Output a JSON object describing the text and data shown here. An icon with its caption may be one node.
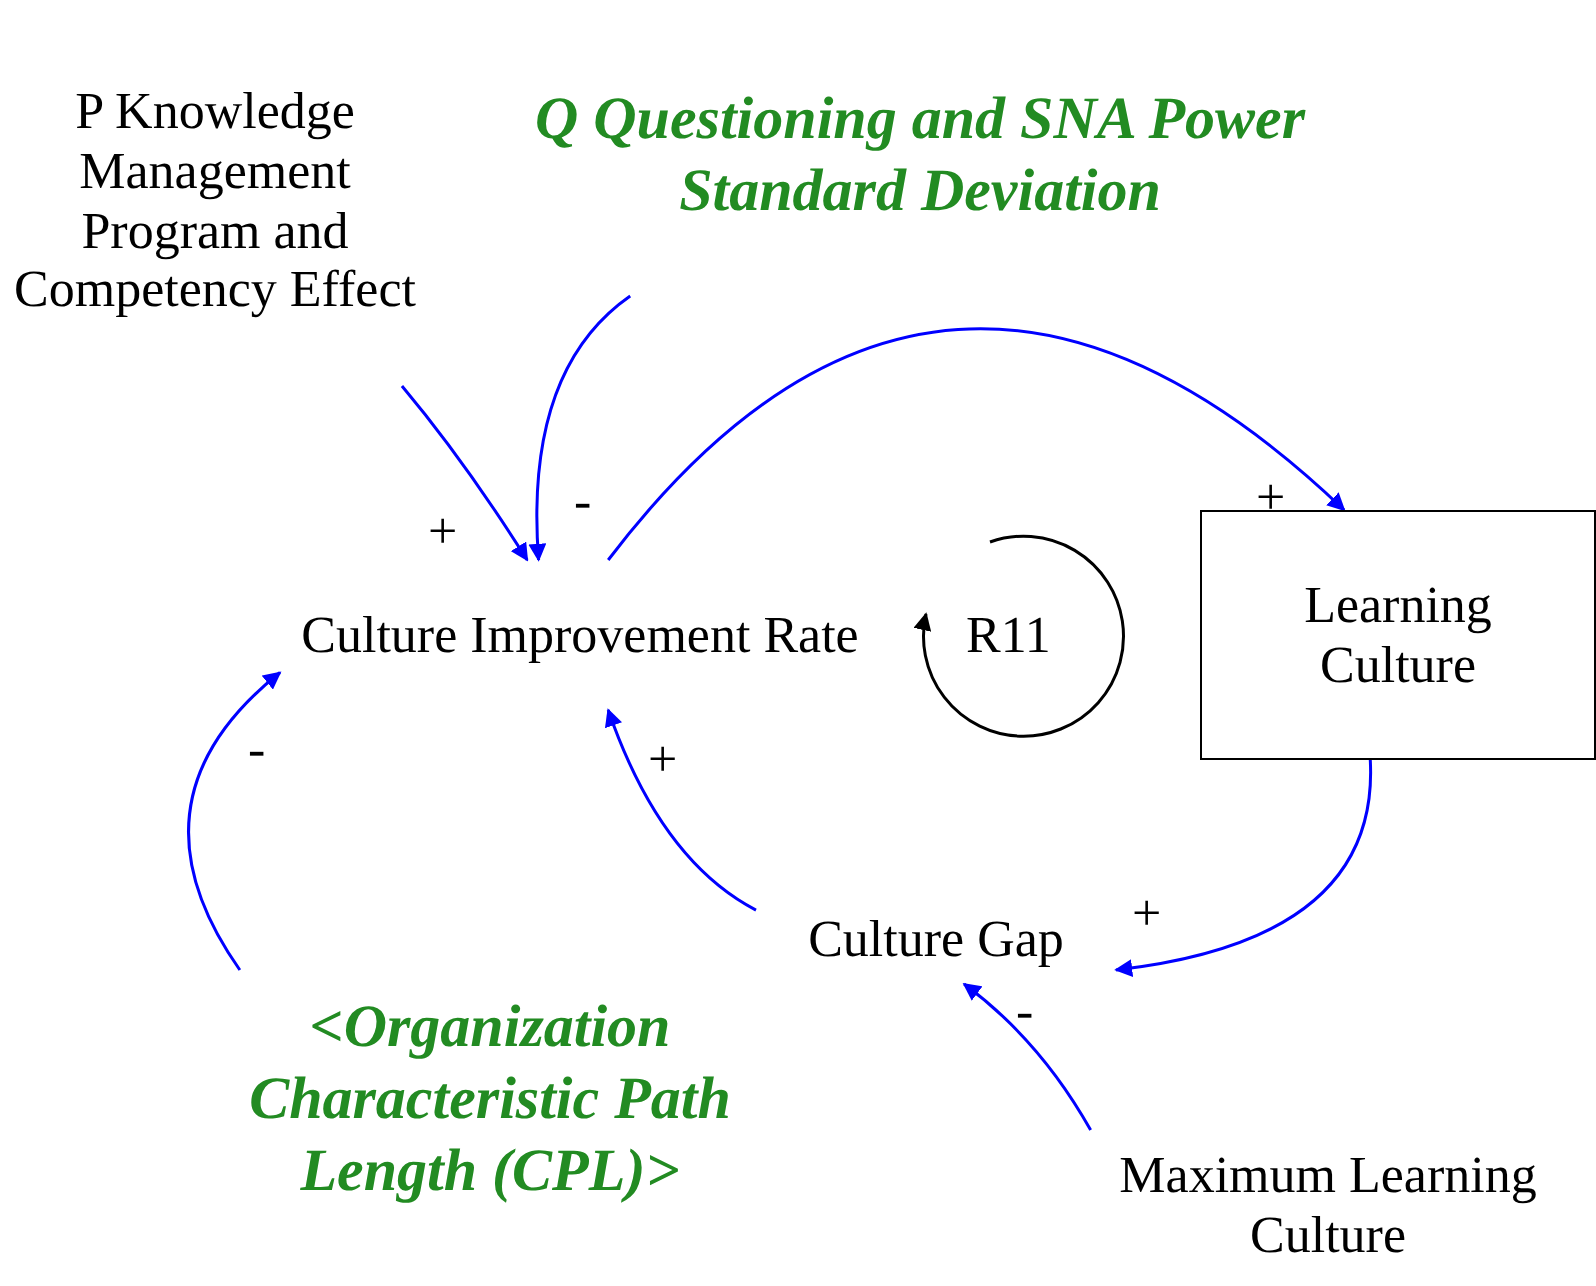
{
  "diagram": {
    "nodes": [
      {
        "text": [
          "P Knowledge Management Program and Competency Effect"
        ]
      },
      {
        "text": [
          "Q Questioning and SNA Power Standard Deviation"
        ]
      },
      {
        "text": [
          "Culture Improvement Rate"
        ]
      },
      {
        "text": [
          "Learning Culture"
        ]
      },
      {
        "text": [
          "Culture Gap"
        ]
      },
      {
        "text": [
          "<Organization Characteristic Path Length (CPL)>"
        ]
      },
      {
        "text": [
          "Maximum Learning Culture"
        ]
      }
    ],
    "edges": [
      {
        "from": 0,
        "to": 2,
        "arrow": "to",
        "label": "+"
      },
      {
        "from": 1,
        "to": 2,
        "arrow": "to",
        "label": "-"
      },
      {
        "from": 2,
        "to": 3,
        "arrow": "to",
        "label": "+"
      },
      {
        "from": 3,
        "to": 4,
        "arrow": "to",
        "label": "+"
      },
      {
        "from": 4,
        "to": 2,
        "arrow": "to",
        "label": "+"
      },
      {
        "from": 5,
        "to": 2,
        "arrow": "to",
        "label": "-"
      },
      {
        "from": 6,
        "to": 4,
        "arrow": "to",
        "label": "-"
      }
    ],
    "labels": [
      "R11"
    ]
  }
}
